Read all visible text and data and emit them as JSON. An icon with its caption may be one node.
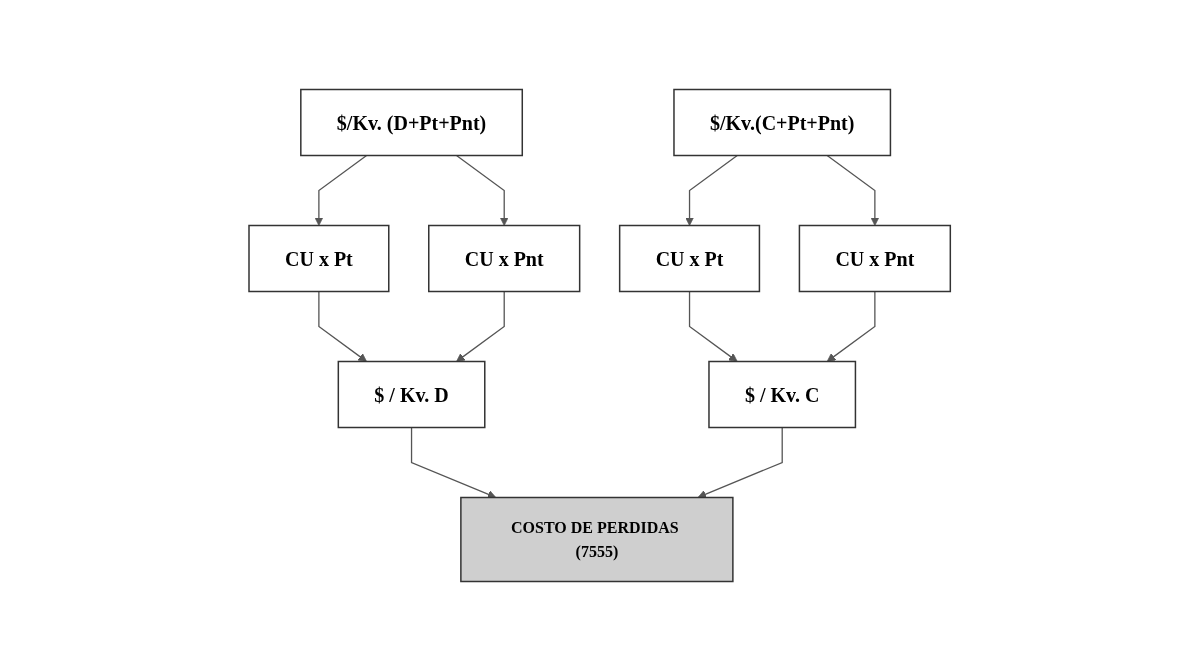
{
  "diagram": {
    "nodes": [
      {
        "text": [
          "$/Kv. (D+Pt+Pnt)"
        ]
      },
      {
        "text": [
          "$/Kv.(C+Pt+Pnt)"
        ]
      },
      {
        "text": [
          "CU x Pt"
        ]
      },
      {
        "text": [
          "CU x Pnt"
        ]
      },
      {
        "text": [
          "CU x Pt"
        ]
      },
      {
        "text": [
          "CU x Pnt"
        ]
      },
      {
        "text": [
          "$ / Kv. D"
        ]
      },
      {
        "text": [
          "$ / Kv. C"
        ]
      },
      {
        "text": [
          "COSTO DE PERDIDAS (7555)"
        ]
      }
    ],
    "edges": [
      {
        "from": 0,
        "to": 2,
        "arrow": "to"
      },
      {
        "from": 0,
        "to": 3,
        "arrow": "to"
      },
      {
        "from": 1,
        "to": 4,
        "arrow": "to"
      },
      {
        "from": 1,
        "to": 5,
        "arrow": "to"
      },
      {
        "from": 2,
        "to": 6,
        "arrow": "to"
      },
      {
        "from": 3,
        "to": 6,
        "arrow": "to"
      },
      {
        "from": 4,
        "to": 7,
        "arrow": "to"
      },
      {
        "from": 5,
        "to": 7,
        "arrow": "to"
      },
      {
        "from": 6,
        "to": 8,
        "arrow": "to"
      },
      {
        "from": 7,
        "to": 8,
        "arrow": "to"
      }
    ]
  }
}
